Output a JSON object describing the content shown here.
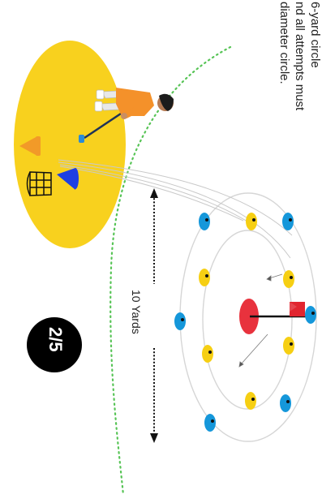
{
  "instructions": {
    "line_1": "6-yard circle",
    "line_2": "nd all attempts must",
    "line_3": "diameter circle."
  },
  "distance_label": "10 Yards",
  "step_badge": "2/5",
  "colors": {
    "hitting_zone": "#f8d11e",
    "cone_orange": "#f29a28",
    "cone_blue": "#1e3fe3",
    "marker_yellow": "#f6cf13",
    "marker_blue": "#1597da",
    "target_red": "#e8323d",
    "flag_red": "#e1252f",
    "boundary_green": "#57c456",
    "player_shirt": "#f4912a",
    "badge_black": "#000000"
  },
  "icons": [
    "golfer-figure",
    "orange-cone",
    "blue-cone",
    "ball-basket",
    "flag-pin",
    "target-hole"
  ]
}
